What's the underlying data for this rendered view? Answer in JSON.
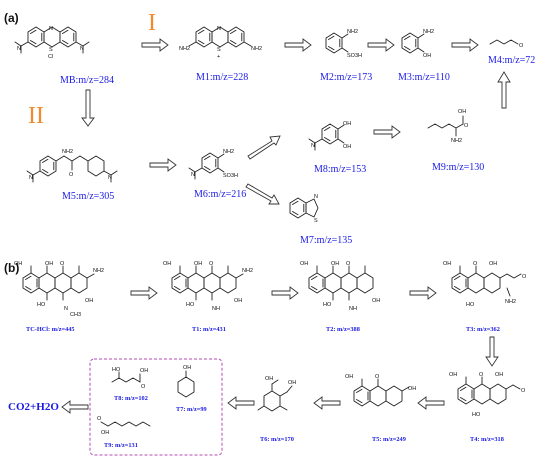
{
  "panels": {
    "a": "(a)",
    "b": "(b)"
  },
  "pathways": {
    "one": "I",
    "two": "II"
  },
  "atoms": {
    "cl": "Cl",
    "n": "N",
    "s": "S",
    "nh2": "NH2",
    "oh": "OH",
    "o": "O",
    "so3h": "SO3H",
    "ho": "HO",
    "nh": "NH",
    "ch3": "CH3",
    "n_ch3": "N",
    "plus": "+"
  },
  "compounds_a": [
    {
      "id": "mb",
      "label": "MB:m/z=284"
    },
    {
      "id": "m1",
      "label": "M1:m/z=228"
    },
    {
      "id": "m2",
      "label": "M2:m/z=173"
    },
    {
      "id": "m3",
      "label": "M3:m/z=110"
    },
    {
      "id": "m4",
      "label": "M4:m/z=72"
    },
    {
      "id": "m5",
      "label": "M5:m/z=305"
    },
    {
      "id": "m6",
      "label": "M6:m/z=216"
    },
    {
      "id": "m7",
      "label": "M7:m/z=135"
    },
    {
      "id": "m8",
      "label": "M8:m/z=153"
    },
    {
      "id": "m9",
      "label": "M9:m/z=130"
    }
  ],
  "compounds_b": [
    {
      "id": "tc",
      "label": "TC-HCl: m/z=445"
    },
    {
      "id": "t1",
      "label": "T1: m/z=431"
    },
    {
      "id": "t2",
      "label": "T2: m/z=388"
    },
    {
      "id": "t3",
      "label": "T3: m/z=362"
    },
    {
      "id": "t4",
      "label": "T4: m/z=318"
    },
    {
      "id": "t5",
      "label": "T5: m/z=249"
    },
    {
      "id": "t6",
      "label": "T6: m/z=170"
    },
    {
      "id": "t7",
      "label": "T7: m/z=99"
    },
    {
      "id": "t8",
      "label": "T8: m/z=102"
    },
    {
      "id": "t9",
      "label": "T9: m/z=131"
    }
  ],
  "final_products": "CO2+H2O",
  "colors": {
    "label": "#1a1ae6",
    "roman": "#f08a2c",
    "box": "#b44cb4"
  }
}
